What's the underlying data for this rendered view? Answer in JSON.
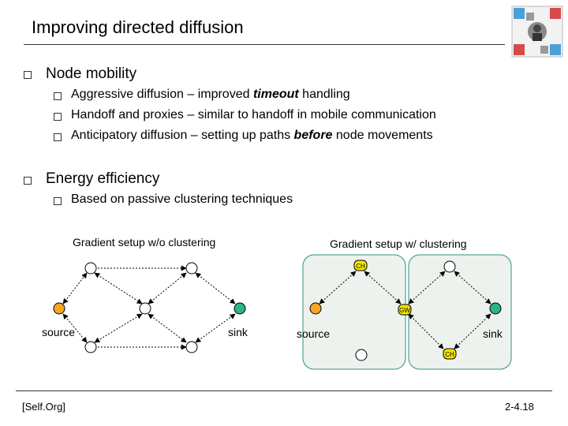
{
  "title": "Improving directed diffusion",
  "bullets": [
    {
      "text": "Node mobility",
      "sub": [
        {
          "pre": "Aggressive diffusion – improved ",
          "em": "timeout",
          "post": " handling"
        },
        {
          "pre": "Handoff and proxies – similar to handoff in mobile communication",
          "em": "",
          "post": ""
        },
        {
          "pre": "Anticipatory diffusion – setting up paths ",
          "em": "before",
          "post": " node movements"
        }
      ]
    },
    {
      "text": "Energy efficiency",
      "sub": [
        {
          "pre": "Based on passive clustering techniques",
          "em": "",
          "post": ""
        }
      ]
    }
  ],
  "left_diagram": {
    "title": "Gradient setup w/o clustering",
    "source_label": "source",
    "sink_label": "sink"
  },
  "right_diagram": {
    "title": "Gradient setup w/ clustering",
    "source_label": "source",
    "sink_label": "sink",
    "ch_label": "CH",
    "gw_label": "GW"
  },
  "footer": {
    "left": "[Self.Org]",
    "right": "2-4.18"
  },
  "colors": {
    "source_node": "#f5a623",
    "sink_node": "#2bb38a",
    "ch_node": "#f5e400",
    "gw_node": "#f5e400",
    "cluster_fill": "#eef2ee",
    "cluster_border": "#2f8f84"
  }
}
